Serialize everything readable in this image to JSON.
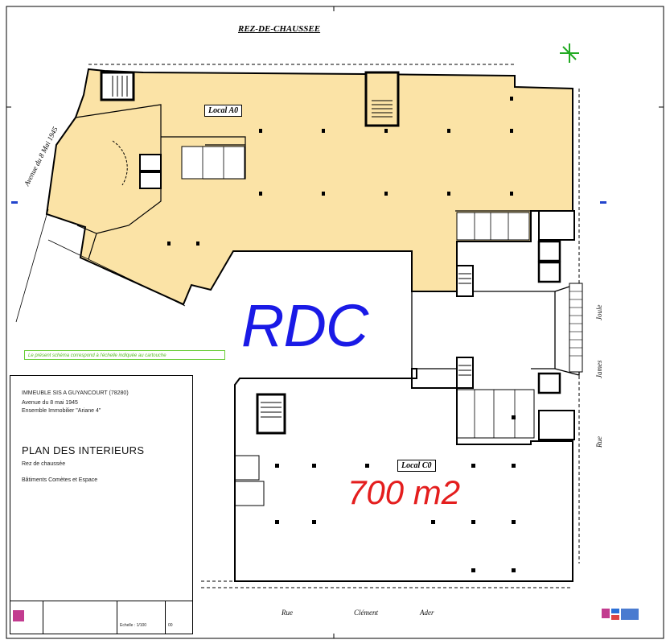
{
  "plan": {
    "title": "REZ-DE-CHAUSSEE",
    "rdc_label": "RDC",
    "area_label": "700 m2",
    "local_a": "Local A0",
    "local_c": "Local C0",
    "note": "Le présent schéma correspond à l'échelle indiquée au cartouche",
    "streets": {
      "avenue": "Avenue du 8 Mai 1945",
      "bottom": [
        "Rue",
        "Clément",
        "Ader"
      ],
      "right": [
        "Rue",
        "James",
        "Joule"
      ]
    },
    "colors": {
      "floor_fill": "#fbe3a6",
      "rdc": "#1a1ae6",
      "area": "#e41e1e",
      "compass": "#22aa22"
    }
  },
  "cartouche": {
    "building": "IMMEUBLE SIS A GUYANCOURT (78280)",
    "address": "Avenue du 8 mai 1945",
    "ensemble": "Ensemble Immobilier \"Ariane 4\"",
    "title": "PLAN  DES INTERIEURS",
    "level": "Rez de chaussée",
    "buildings": "Bâtiments Comètes et Espace",
    "footer_scale": "Echelle : 1/100",
    "footer_index": "00"
  }
}
